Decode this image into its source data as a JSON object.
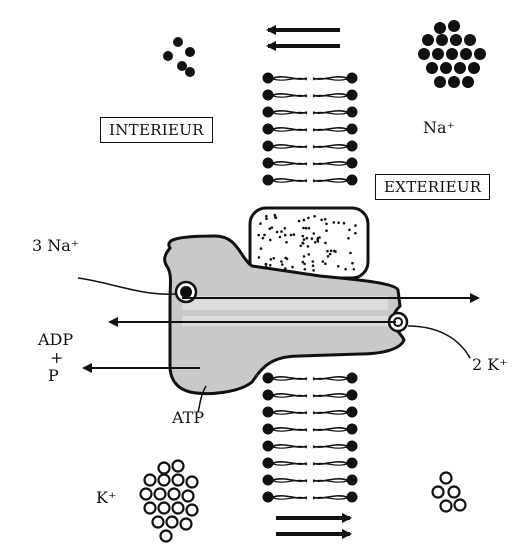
{
  "labels": {
    "interieur": "INTERIEUR",
    "exterieur": "EXTERIEUR",
    "na_out": "Na⁺",
    "na_in": "3 Na⁺",
    "adp": "ADP",
    "plus": "+",
    "p": "P",
    "atp": "ATP",
    "k_out": "2 K⁺",
    "k_in": "K⁺"
  },
  "colors": {
    "ink": "#111111",
    "protein_fill": "#c9c9c9",
    "background": "#ffffff"
  }
}
